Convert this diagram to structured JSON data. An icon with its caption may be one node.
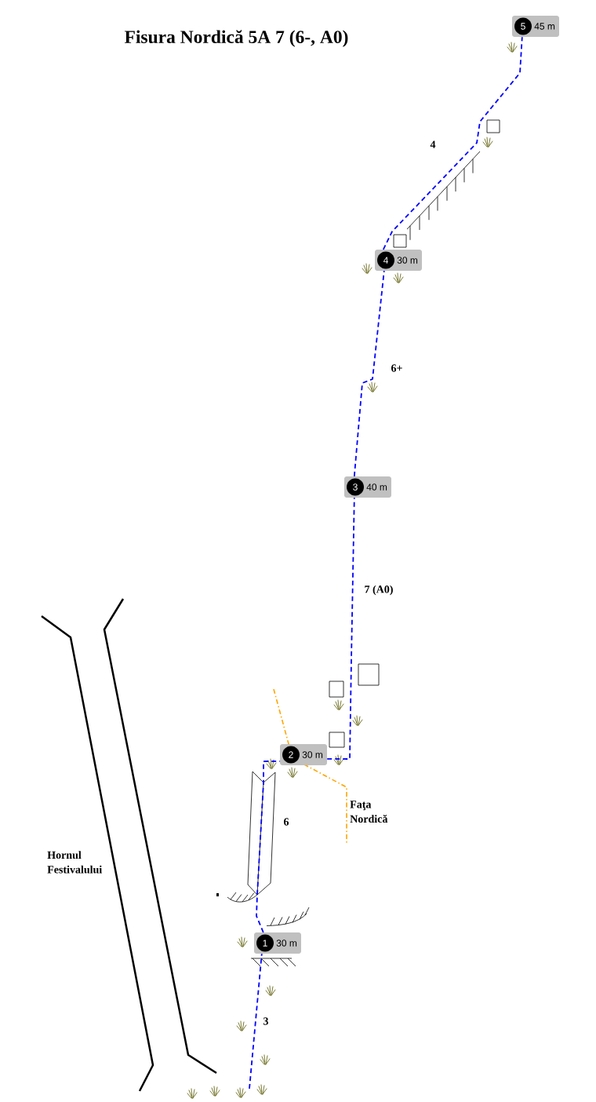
{
  "diagram": {
    "title": "Fisura Nordică 5A 7 (6-, A0)",
    "nodes": [
      {
        "text": [
          "1",
          "30 m"
        ]
      },
      {
        "text": [
          "2",
          "30 m"
        ]
      },
      {
        "text": [
          "3",
          "40 m"
        ]
      },
      {
        "text": [
          "4",
          "30 m"
        ]
      },
      {
        "text": [
          "5",
          "45 m"
        ]
      }
    ],
    "edges": [
      {
        "from": null,
        "to": 0,
        "arrow": "none",
        "style": "dashed",
        "label": "3"
      },
      {
        "from": 0,
        "to": 1,
        "arrow": "none",
        "style": "dashed",
        "label": "6"
      },
      {
        "from": 1,
        "to": 2,
        "arrow": "none",
        "style": "dashed",
        "label": "7 (A0)"
      },
      {
        "from": 2,
        "to": 3,
        "arrow": "none",
        "style": "dashed",
        "label": "6+"
      },
      {
        "from": 3,
        "to": 4,
        "arrow": "none",
        "style": "dashed",
        "label": "4"
      }
    ],
    "labels": [
      "Faţa Nordică",
      "Hornul Festivalului"
    ]
  }
}
